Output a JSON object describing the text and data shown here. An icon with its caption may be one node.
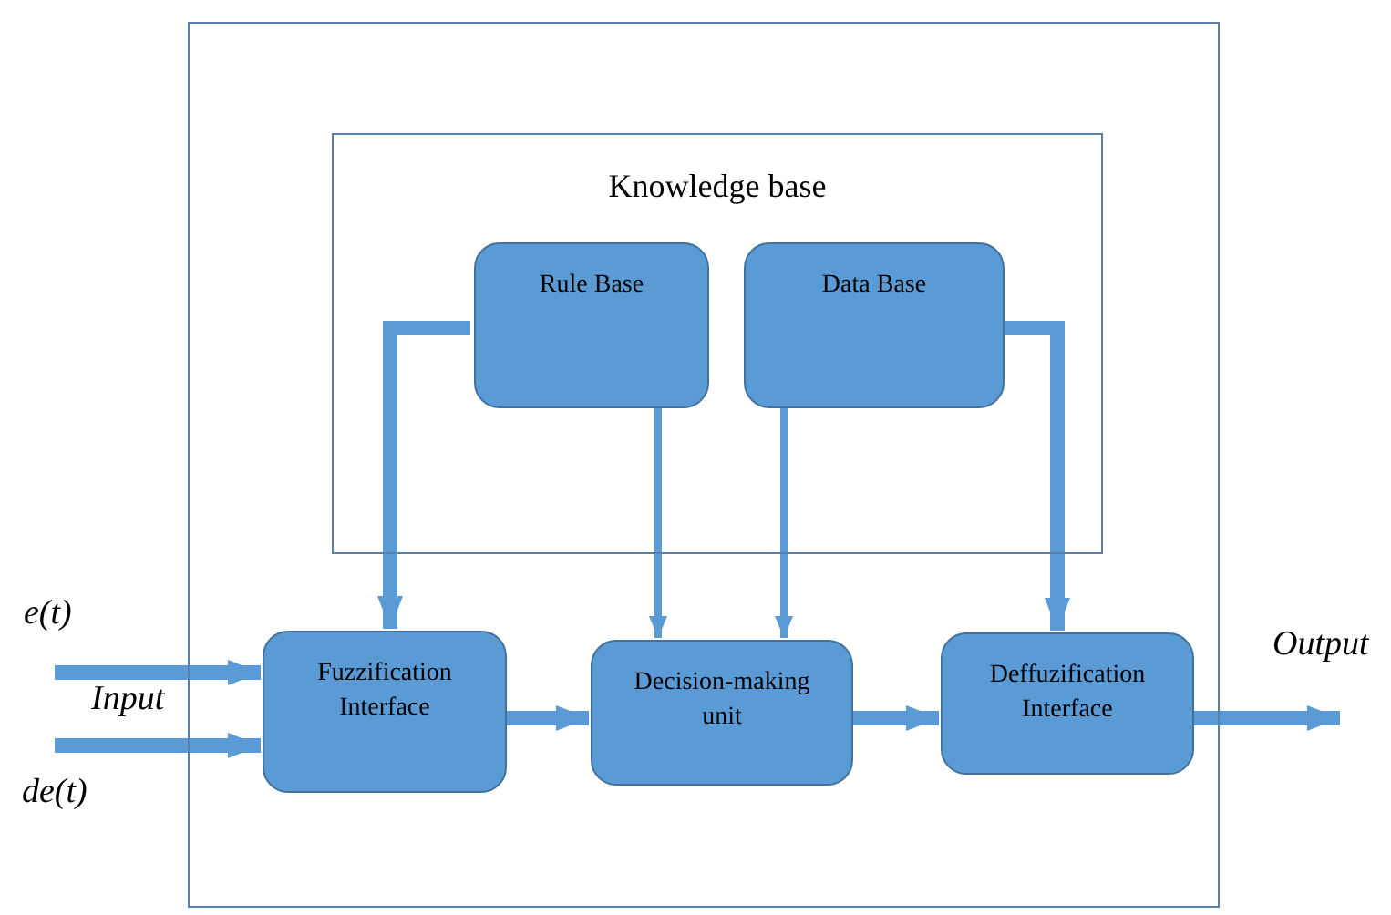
{
  "diagram": {
    "nodes": [
      {
        "text": [],
        "shape": "box"
      },
      {
        "text": [
          "Knowledge base"
        ],
        "in": 0
      },
      {
        "text": [
          "Rule Base"
        ],
        "in": 1
      },
      {
        "text": [
          "Data Base"
        ],
        "in": 1
      },
      {
        "text": [
          "Fuzzification Interface"
        ],
        "in": 0
      },
      {
        "text": [
          "Decision-making unit"
        ],
        "in": 0
      },
      {
        "text": [
          "Deffuzification Interface"
        ],
        "in": 0
      }
    ],
    "edges": [
      {
        "from": null,
        "to": 4,
        "arrow": "to"
      },
      {
        "from": null,
        "to": 4,
        "arrow": "to"
      },
      {
        "from": 2,
        "to": 4,
        "arrow": "to"
      },
      {
        "from": 2,
        "to": 5,
        "arrow": "to"
      },
      {
        "from": 3,
        "to": 5,
        "arrow": "to"
      },
      {
        "from": 3,
        "to": 6,
        "arrow": "to"
      },
      {
        "from": 4,
        "to": 5,
        "arrow": "to"
      },
      {
        "from": 5,
        "to": 6,
        "arrow": "to"
      },
      {
        "from": 6,
        "to": null,
        "arrow": "to"
      }
    ],
    "labels": [
      "e(t)",
      "Input",
      "de(t)",
      "Output"
    ]
  }
}
